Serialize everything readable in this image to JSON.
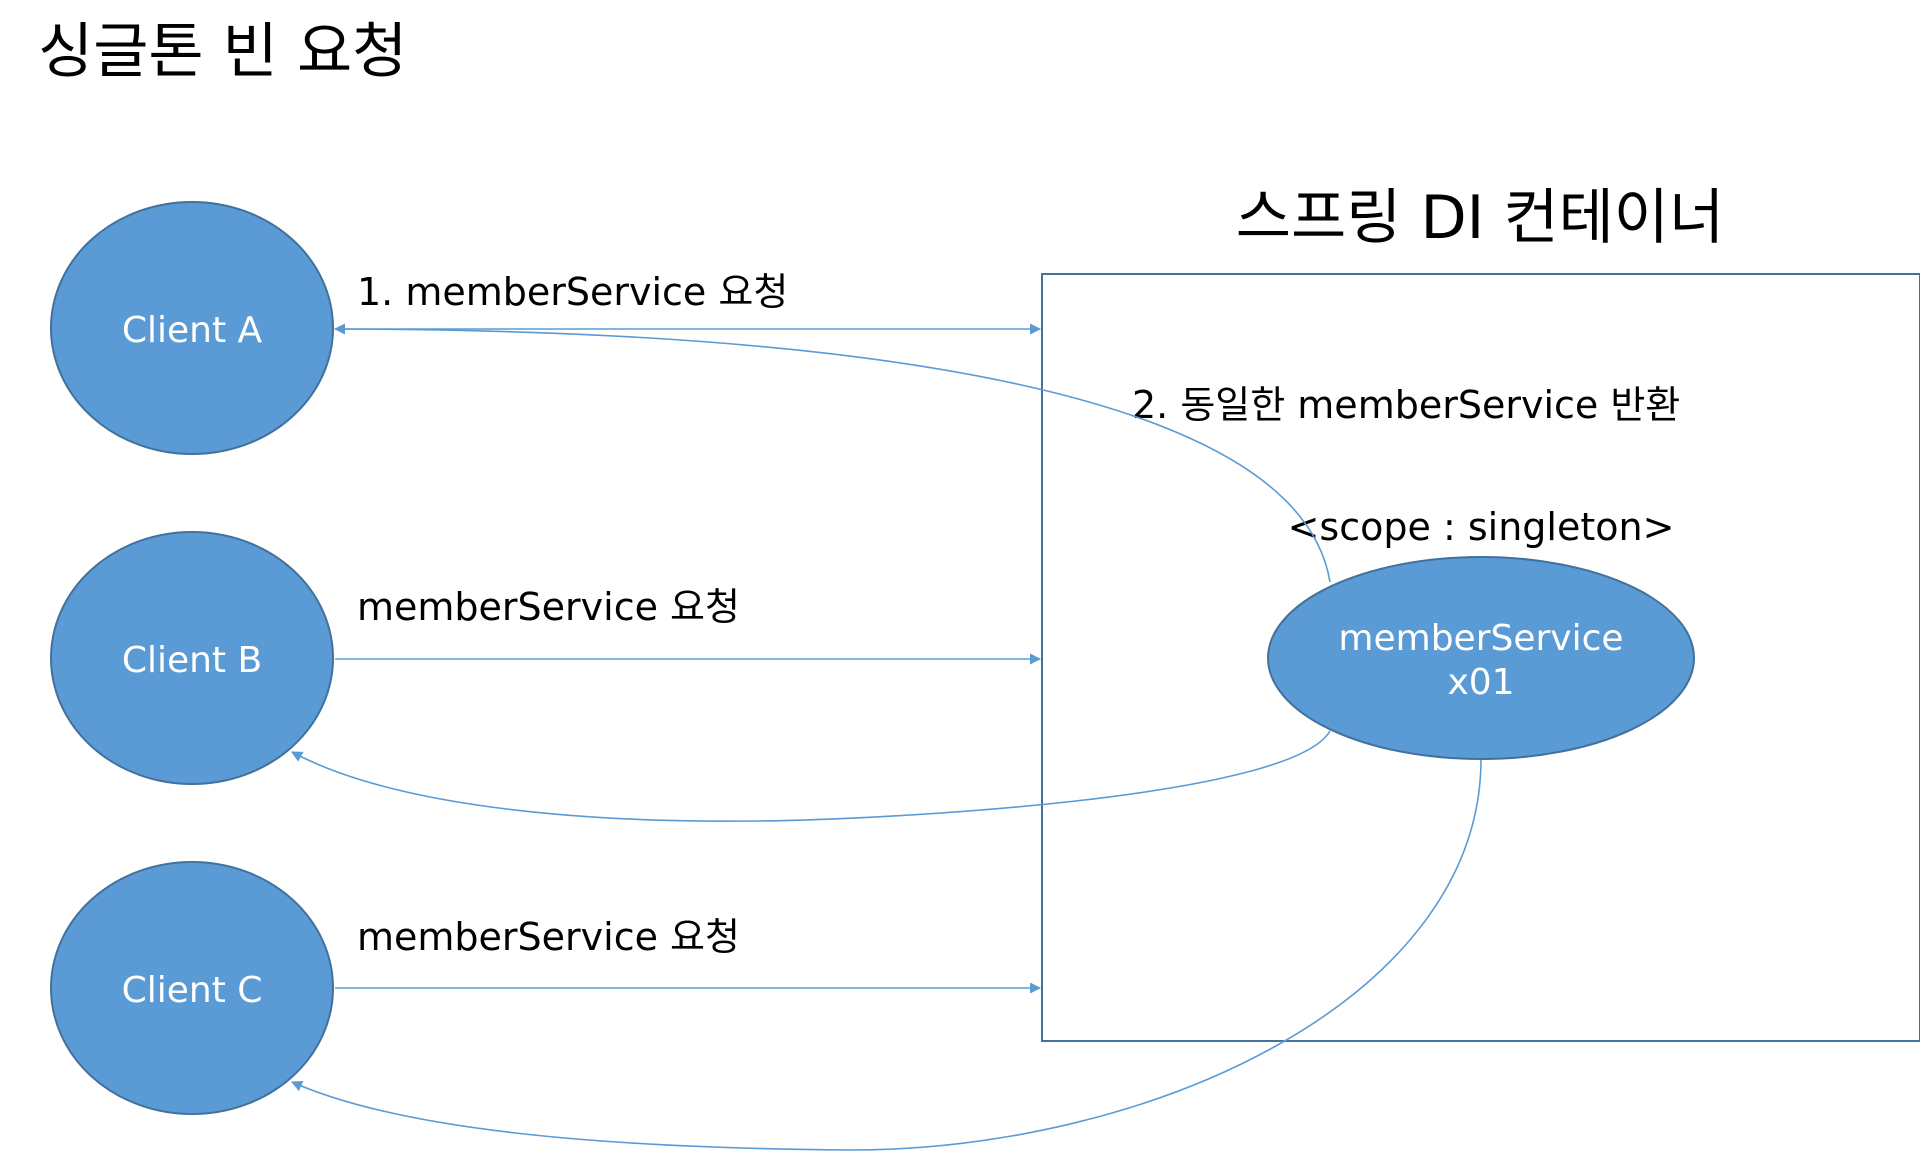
{
  "title": "싱글톤 빈 요청",
  "colors": {
    "node_fill": "#5b9bd5",
    "node_stroke": "#41719c",
    "edge": "#5b9bd5",
    "container_stroke": "#41719c",
    "text": "#000000",
    "node_text": "#ffffff"
  },
  "container": {
    "title": "스프링 DI 컨테이너",
    "return_label": "2. 동일한 memberService 반환",
    "scope_label": "<scope : singleton>",
    "bean": {
      "name": "memberService",
      "id": "x01"
    }
  },
  "clients": [
    {
      "label": "Client A",
      "request_label": "1. memberService 요청"
    },
    {
      "label": "Client B",
      "request_label": "memberService 요청"
    },
    {
      "label": "Client C",
      "request_label": "memberService 요청"
    }
  ]
}
